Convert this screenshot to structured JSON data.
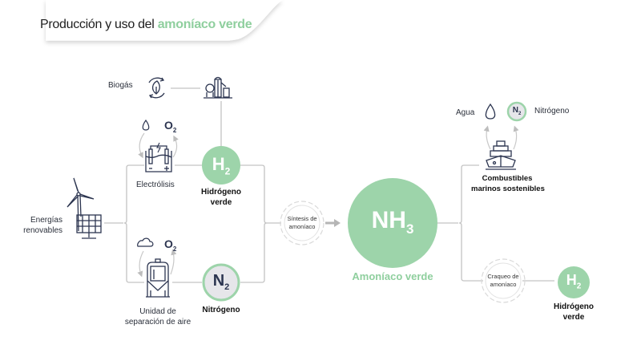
{
  "header": {
    "title_prefix": "Producción y uso del",
    "title_accent": "amoníaco verde"
  },
  "colors": {
    "accent_green": "#8fcf9e",
    "green_fill": "#9dd4aa",
    "nitrogen_fill": "#e6e6ea",
    "icon_navy": "#2c3550",
    "line_gray": "#bdbdbd"
  },
  "inputs": {
    "renewables_line1": "Energías",
    "renewables_line2": "renovables",
    "biogas": "Biogás",
    "electrolysis": "Electrólisis",
    "electrolysis_output": "O",
    "electrolysis_output_sub": "2",
    "air_unit_line1": "Unidad de",
    "air_unit_line2": "separación de aire",
    "air_output": "O",
    "air_output_sub": "2"
  },
  "intermediates": {
    "hydrogen_symbol": "H",
    "hydrogen_sub": "2",
    "hydrogen_label_line1": "Hidrógeno",
    "hydrogen_label_line2": "verde",
    "nitrogen_symbol": "N",
    "nitrogen_sub": "2",
    "nitrogen_label": "Nitrógeno"
  },
  "synthesis": {
    "line1": "Síntesis de",
    "line2": "amoníaco"
  },
  "product": {
    "symbol": "NH",
    "sub": "3",
    "caption": "Amoníaco verde"
  },
  "uses": {
    "marine_line1": "Combustibles",
    "marine_line2": "marinos sostenibles",
    "water": "Agua",
    "nitrogen_symbol": "N",
    "nitrogen_sub": "2",
    "nitrogen_label": "Nitrógeno",
    "cracking_line1": "Craqueo de",
    "cracking_line2": "amoníaco",
    "hydrogen_symbol": "H",
    "hydrogen_sub": "2",
    "hydrogen_label_line1": "Hidrógeno",
    "hydrogen_label_line2": "verde"
  }
}
